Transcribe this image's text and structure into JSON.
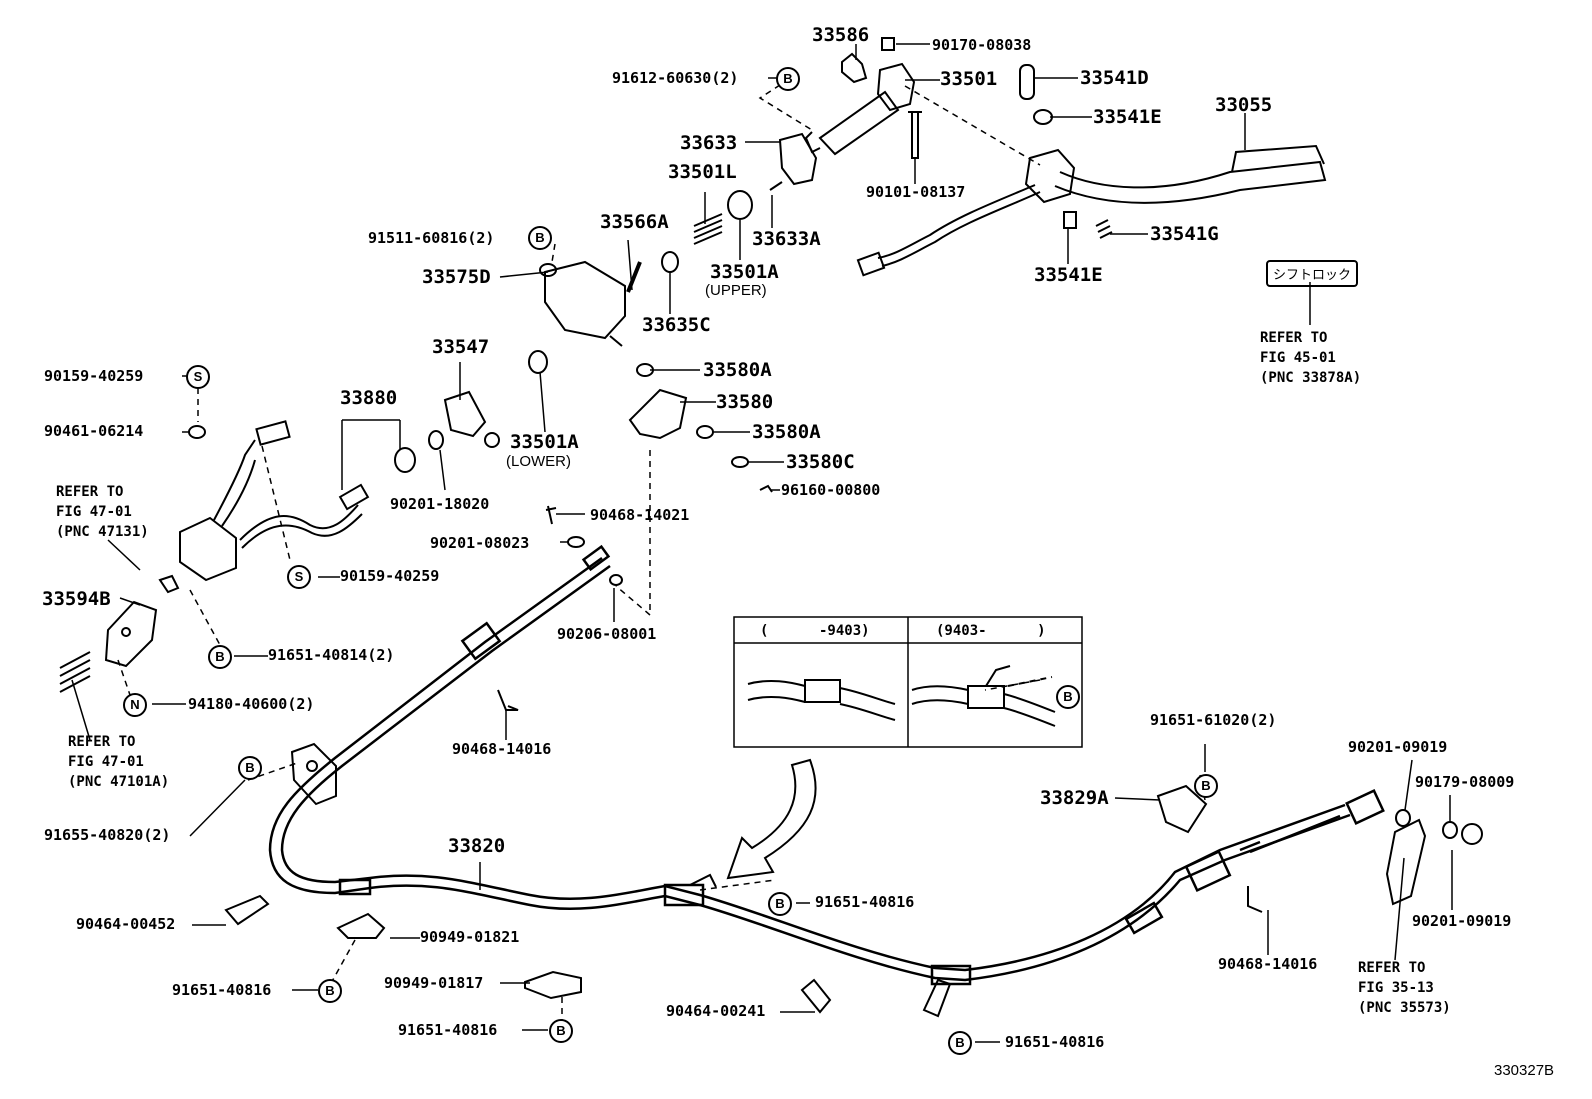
{
  "pnc": {
    "p33586": "33586",
    "p90170_08038": "90170-08038",
    "p91612_60630": "91612-60630(2)",
    "p33501": "33501",
    "p33541D": "33541D",
    "p33055": "33055",
    "p33541E_top": "33541E",
    "p33633": "33633",
    "p33501L": "33501L",
    "p90101_08137": "90101-08137",
    "p33633A": "33633A",
    "p33566A": "33566A",
    "p91511_60816": "91511-60816(2)",
    "p33501A_upper": "33501A",
    "p33541G": "33541G",
    "p33575D": "33575D",
    "p33541E_bot": "33541E",
    "p33635C": "33635C",
    "p33547": "33547",
    "p90159_40259_a": "90159-40259",
    "p33580A_a": "33580A",
    "p33880": "33880",
    "p33580": "33580",
    "p90461_06214": "90461-06214",
    "p33580A_b": "33580A",
    "p33501A_lower": "33501A",
    "p33580C": "33580C",
    "p96160_00800": "96160-00800",
    "p90201_18020": "90201-18020",
    "p90468_14021": "90468-14021",
    "p90201_08023": "90201-08023",
    "p90159_40259_b": "90159-40259",
    "p33594B": "33594B",
    "p90206_08001": "90206-08001",
    "p91651_40814": "91651-40814(2)",
    "p94180_40600": "94180-40600(2)",
    "p90468_14016_a": "90468-14016",
    "p91651_61020": "91651-61020(2)",
    "p90201_09019_a": "90201-09019",
    "p90179_08009": "90179-08009",
    "p33829A": "33829A",
    "p91655_40820": "91655-40820(2)",
    "p33820": "33820",
    "p91651_40816_a": "91651-40816",
    "p90201_09019_b": "90201-09019",
    "p90464_00452": "90464-00452",
    "p90949_01821": "90949-01821",
    "p90468_14016_b": "90468-14016",
    "p91651_40816_b": "91651-40816",
    "p90949_01817": "90949-01817",
    "p90464_00241": "90464-00241",
    "p91651_40816_c": "91651-40816",
    "p91651_40816_d": "91651-40816"
  },
  "captions": {
    "upper": "(UPPER)",
    "lower": "(LOWER)"
  },
  "refs": {
    "fig45": "REFER TO\nFIG 45-01\n(PNC 33878A)",
    "fig47_a": "REFER TO\nFIG 47-01\n(PNC 47131)",
    "fig47_b": "REFER TO\nFIG 47-01\n(PNC 47101A)",
    "fig35": "REFER TO\nFIG 35-13\n(PNC 35573)"
  },
  "jp_box": "シフトロック",
  "inset": {
    "left_header": "(      -9403)",
    "right_header": "(9403-      )"
  },
  "markers": {
    "b": "B",
    "s": "S",
    "n": "N"
  },
  "figure_id": "330327B"
}
